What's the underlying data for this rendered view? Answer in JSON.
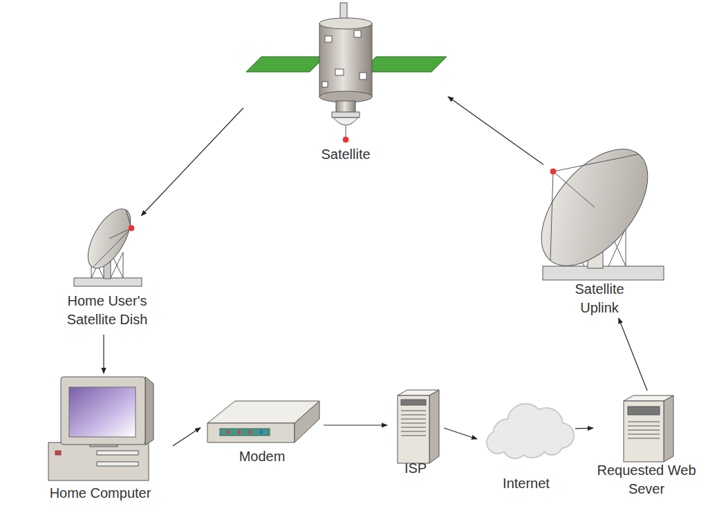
{
  "diagram": {
    "nodes": [
      {
        "text": [
          "Satellite"
        ]
      },
      {
        "text": [
          "Home User's Satellite Dish"
        ]
      },
      {
        "text": [
          "Satellite Uplink"
        ]
      },
      {
        "text": [
          "Home Computer"
        ]
      },
      {
        "text": [
          "Modem"
        ]
      },
      {
        "text": [
          "ISP"
        ]
      },
      {
        "text": [
          "Internet"
        ]
      },
      {
        "text": [
          "Requested Web Sever"
        ]
      }
    ],
    "edges": [
      {
        "from": 3,
        "to": 4,
        "arrow": "to"
      },
      {
        "from": 4,
        "to": 5,
        "arrow": "to"
      },
      {
        "from": 5,
        "to": 6,
        "arrow": "to"
      },
      {
        "from": 6,
        "to": 7,
        "arrow": "to"
      },
      {
        "from": 7,
        "to": 2,
        "arrow": "to"
      },
      {
        "from": 2,
        "to": 0,
        "arrow": "to"
      },
      {
        "from": 0,
        "to": 1,
        "arrow": "to"
      },
      {
        "from": 1,
        "to": 3,
        "arrow": "to"
      }
    ]
  }
}
